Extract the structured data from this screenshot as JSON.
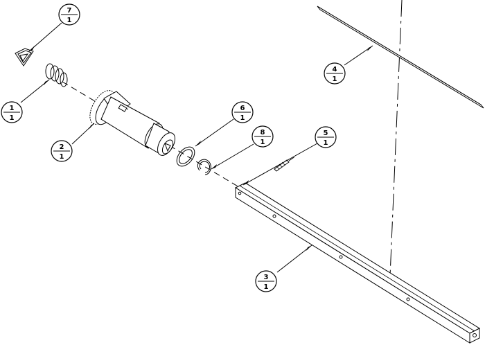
{
  "callouts": [
    {
      "id": "c7",
      "item": "7",
      "qty": "1"
    },
    {
      "id": "c1",
      "item": "1",
      "qty": "1"
    },
    {
      "id": "c2",
      "item": "2",
      "qty": "1"
    },
    {
      "id": "c6",
      "item": "6",
      "qty": "1"
    },
    {
      "id": "c8",
      "item": "8",
      "qty": "1"
    },
    {
      "id": "c5",
      "item": "5",
      "qty": "1"
    },
    {
      "id": "c4",
      "item": "4",
      "qty": "1"
    },
    {
      "id": "c3",
      "item": "3",
      "qty": "1"
    }
  ]
}
